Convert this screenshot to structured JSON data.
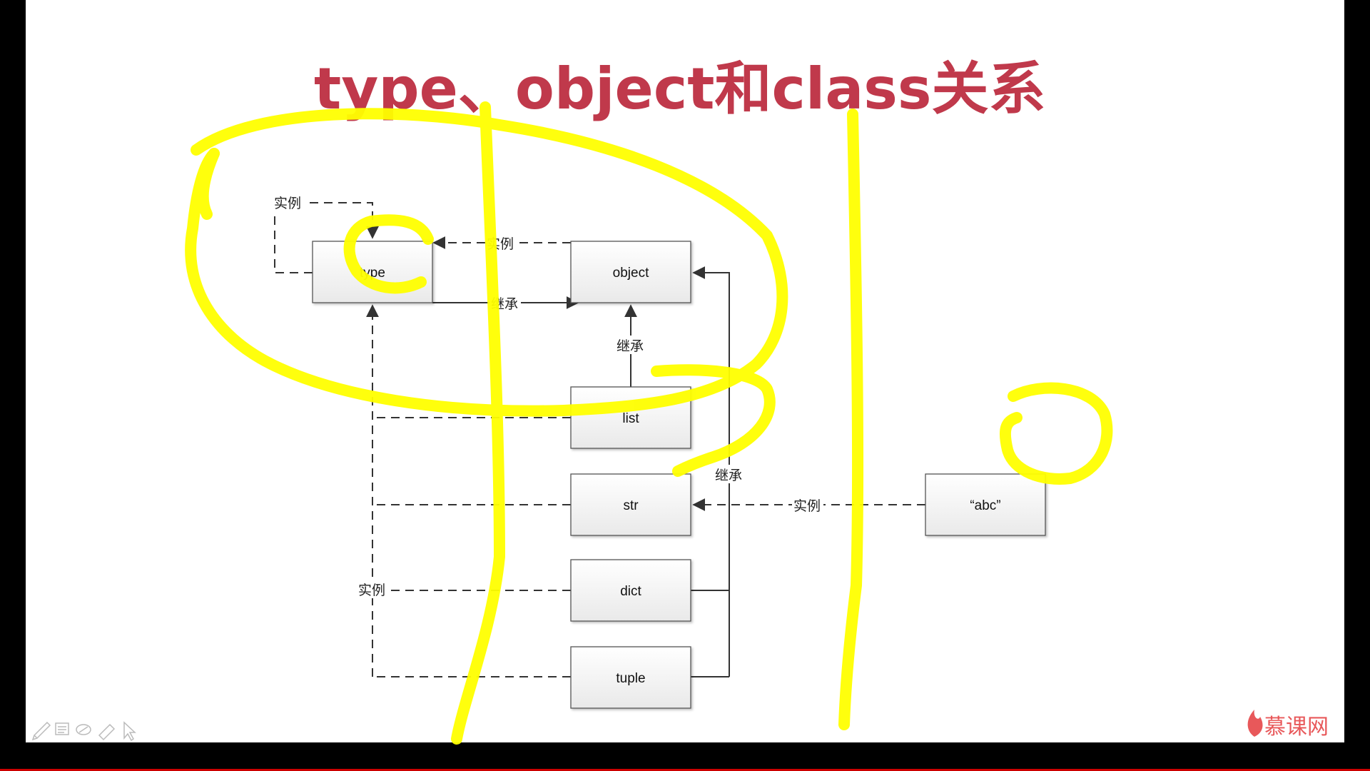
{
  "slide": {
    "title": "type、object和class关系"
  },
  "diagram": {
    "nodes": [
      {
        "id": "type",
        "label": "type"
      },
      {
        "id": "object",
        "label": "object"
      },
      {
        "id": "list",
        "label": "list"
      },
      {
        "id": "str",
        "label": "str"
      },
      {
        "id": "dict",
        "label": "dict"
      },
      {
        "id": "tuple",
        "label": "tuple"
      },
      {
        "id": "abc",
        "label": "“abc”"
      }
    ],
    "edge_labels": {
      "type_self_instance": "实例",
      "object_to_type_instance": "实例",
      "type_inherits_object": "继承",
      "list_inherits_object": "继承",
      "builtins_inherit_object": "继承",
      "abc_instance_of_str": "实例",
      "builtins_instance_of_type": "实例"
    }
  },
  "toolbar": {
    "icons": [
      "pen-icon",
      "whiteboard-icon",
      "eraser-icon",
      "highlighter-icon",
      "pointer-icon"
    ]
  },
  "branding": {
    "logo_text": "慕课网"
  },
  "colors": {
    "title": "#c0394b",
    "highlight": "#ffff00",
    "logo": "#e8585a",
    "progress": "#cc0000"
  }
}
